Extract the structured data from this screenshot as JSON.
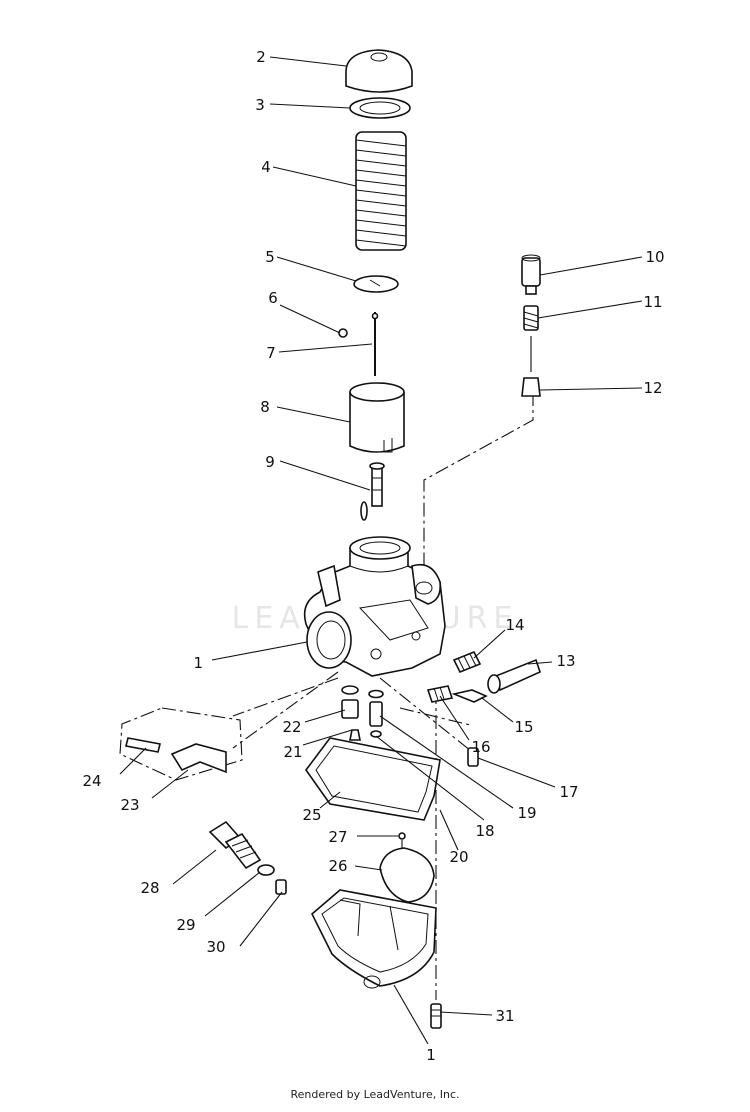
{
  "watermark": "LEADVENTURE",
  "footer": "Rendered by LeadVenture, Inc.",
  "callouts": [
    "1",
    "2",
    "3",
    "4",
    "5",
    "6",
    "7",
    "8",
    "9",
    "10",
    "11",
    "12",
    "13",
    "14",
    "15",
    "16",
    "17",
    "18",
    "19",
    "20",
    "21",
    "22",
    "23",
    "24",
    "25",
    "26",
    "27",
    "28",
    "29",
    "30",
    "31",
    "1"
  ]
}
